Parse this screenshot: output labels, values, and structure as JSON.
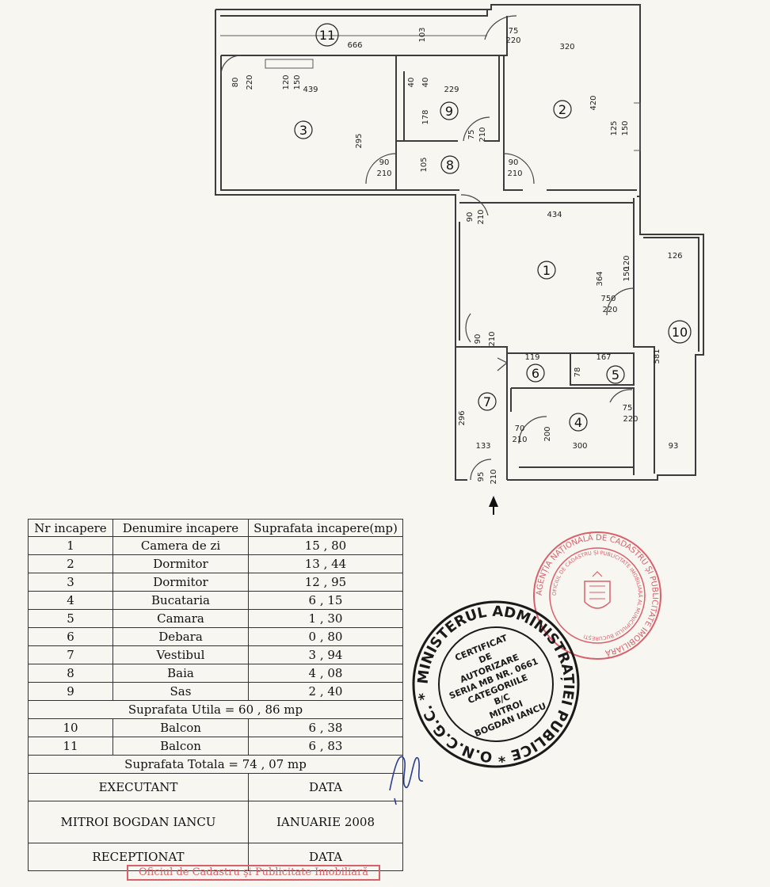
{
  "plan": {
    "rooms": [
      {
        "num": "1"
      },
      {
        "num": "2"
      },
      {
        "num": "3"
      },
      {
        "num": "4"
      },
      {
        "num": "5"
      },
      {
        "num": "6"
      },
      {
        "num": "7"
      },
      {
        "num": "8"
      },
      {
        "num": "9"
      },
      {
        "num": "10"
      },
      {
        "num": "11"
      }
    ],
    "dimensions": [
      "666",
      "103",
      "75",
      "220",
      "320",
      "80",
      "220",
      "120",
      "150",
      "439",
      "40",
      "40",
      "229",
      "178",
      "420",
      "125",
      "150",
      "295",
      "75",
      "210",
      "90",
      "210",
      "105",
      "90",
      "210",
      "90",
      "210",
      "434",
      "120",
      "150",
      "126",
      "364",
      "750",
      "220",
      "90",
      "210",
      "581",
      "119",
      "78",
      "167",
      "296",
      "75",
      "220",
      "70",
      "210",
      "200",
      "300",
      "133",
      "93",
      "95",
      "210"
    ]
  },
  "table": {
    "headers": [
      "Nr incapere",
      "Denumire incapere",
      "Suprafata incapere(mp)"
    ],
    "rows": [
      {
        "nr": "1",
        "name": "Camera de zi",
        "area": "15 , 80"
      },
      {
        "nr": "2",
        "name": "Dormitor",
        "area": "13 , 44"
      },
      {
        "nr": "3",
        "name": "Dormitor",
        "area": "12 , 95"
      },
      {
        "nr": "4",
        "name": "Bucataria",
        "area": "6 , 15"
      },
      {
        "nr": "5",
        "name": "Camara",
        "area": "1 , 30"
      },
      {
        "nr": "6",
        "name": "Debara",
        "area": "0 , 80"
      },
      {
        "nr": "7",
        "name": "Vestibul",
        "area": "3 , 94"
      },
      {
        "nr": "8",
        "name": "Baia",
        "area": "4 , 08"
      },
      {
        "nr": "9",
        "name": "Sas",
        "area": "2 , 40"
      }
    ],
    "useful_area": "Suprafata Utila = 60 , 86 mp",
    "balcony_rows": [
      {
        "nr": "10",
        "name": "Balcon",
        "area": "6 , 38"
      },
      {
        "nr": "11",
        "name": "Balcon",
        "area": "6 , 83"
      }
    ],
    "total_area": "Suprafata Totala = 74 , 07 mp",
    "executant_label": "EXECUTANT",
    "date_label": "DATA",
    "executant_name": "MITROI BOGDAN IANCU",
    "executant_date": "IANUARIE 2008",
    "received_label": "RECEPTIONAT",
    "received_date_label": "DATA"
  },
  "stamps": {
    "black_outer": "MINISTERUL ADMINISTRAȚIEI PUBLICE * O.N.C.G.C. *",
    "black_inner": [
      "CERTIFICAT",
      "DE",
      "AUTORIZARE",
      "SERIA MB NR. 0661",
      "CATEGORIILE",
      "B/C",
      "MITROI",
      "BOGDAN IANCU"
    ],
    "red_outer": "AGENȚIA NAȚIONALĂ DE CADASTRU ȘI PUBLICITATE IMOBILIARĂ",
    "red_inner": "OFICIUL DE CADASTRU ȘI PUBLICITATE IMOBILIARĂ AL MUNICIPIULUI BUCUREȘTI",
    "rect": "Oficiul de Cadastru şi Publicitate Imobiliară",
    "colors": {
      "red": "#d8606a",
      "black": "#1a1a1a",
      "ink": "#2a3d8f"
    }
  }
}
